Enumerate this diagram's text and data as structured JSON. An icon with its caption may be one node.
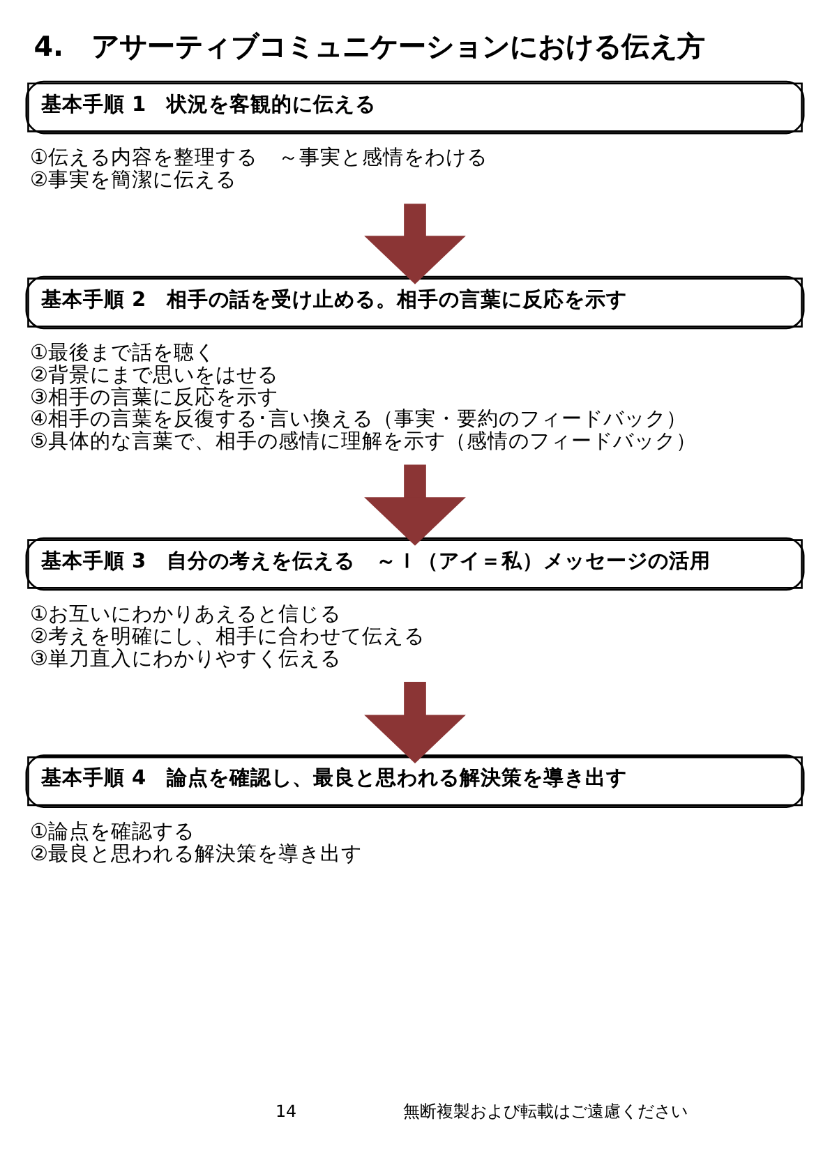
{
  "diagram": {
    "title": "4.　アサーティブコミュニケーションにおける伝え方",
    "nodes": [
      {
        "text": [
          "基本手順 1　状況を客観的に伝える"
        ],
        "beside": [
          "①伝える内容を整理する　～事実と感情をわける",
          "②事実を簡潔に伝える"
        ]
      },
      {
        "text": [
          "基本手順 2　相手の話を受け止める。相手の言葉に反応を示す"
        ],
        "beside": [
          "①最後まで話を聴く",
          "②背景にまで思いをはせる",
          "③相手の言葉に反応を示す",
          "④相手の言葉を反復する･言い換える（事実・要約のフィードバック）",
          "⑤具体的な言葉で、相手の感情に理解を示す（感情のフィードバック）"
        ]
      },
      {
        "text": [
          "基本手順 3　自分の考えを伝える　～Ｉ（アイ＝私）メッセージの活用"
        ],
        "beside": [
          "①お互いにわかりあえると信じる",
          "②考えを明確にし、相手に合わせて伝える",
          "③単刀直入にわかりやすく伝える"
        ]
      },
      {
        "text": [
          "基本手順 4　論点を確認し、最良と思われる解決策を導き出す"
        ],
        "beside": [
          "①論点を確認する",
          "②最良と思われる解決策を導き出す"
        ]
      }
    ],
    "edges": [
      {
        "from": 0,
        "to": 1,
        "arrow": "to"
      },
      {
        "from": 1,
        "to": 2,
        "arrow": "to"
      },
      {
        "from": 2,
        "to": 3,
        "arrow": "to"
      }
    ],
    "labels": [
      "14",
      "無断複製および転載はご遠慮ください"
    ]
  }
}
